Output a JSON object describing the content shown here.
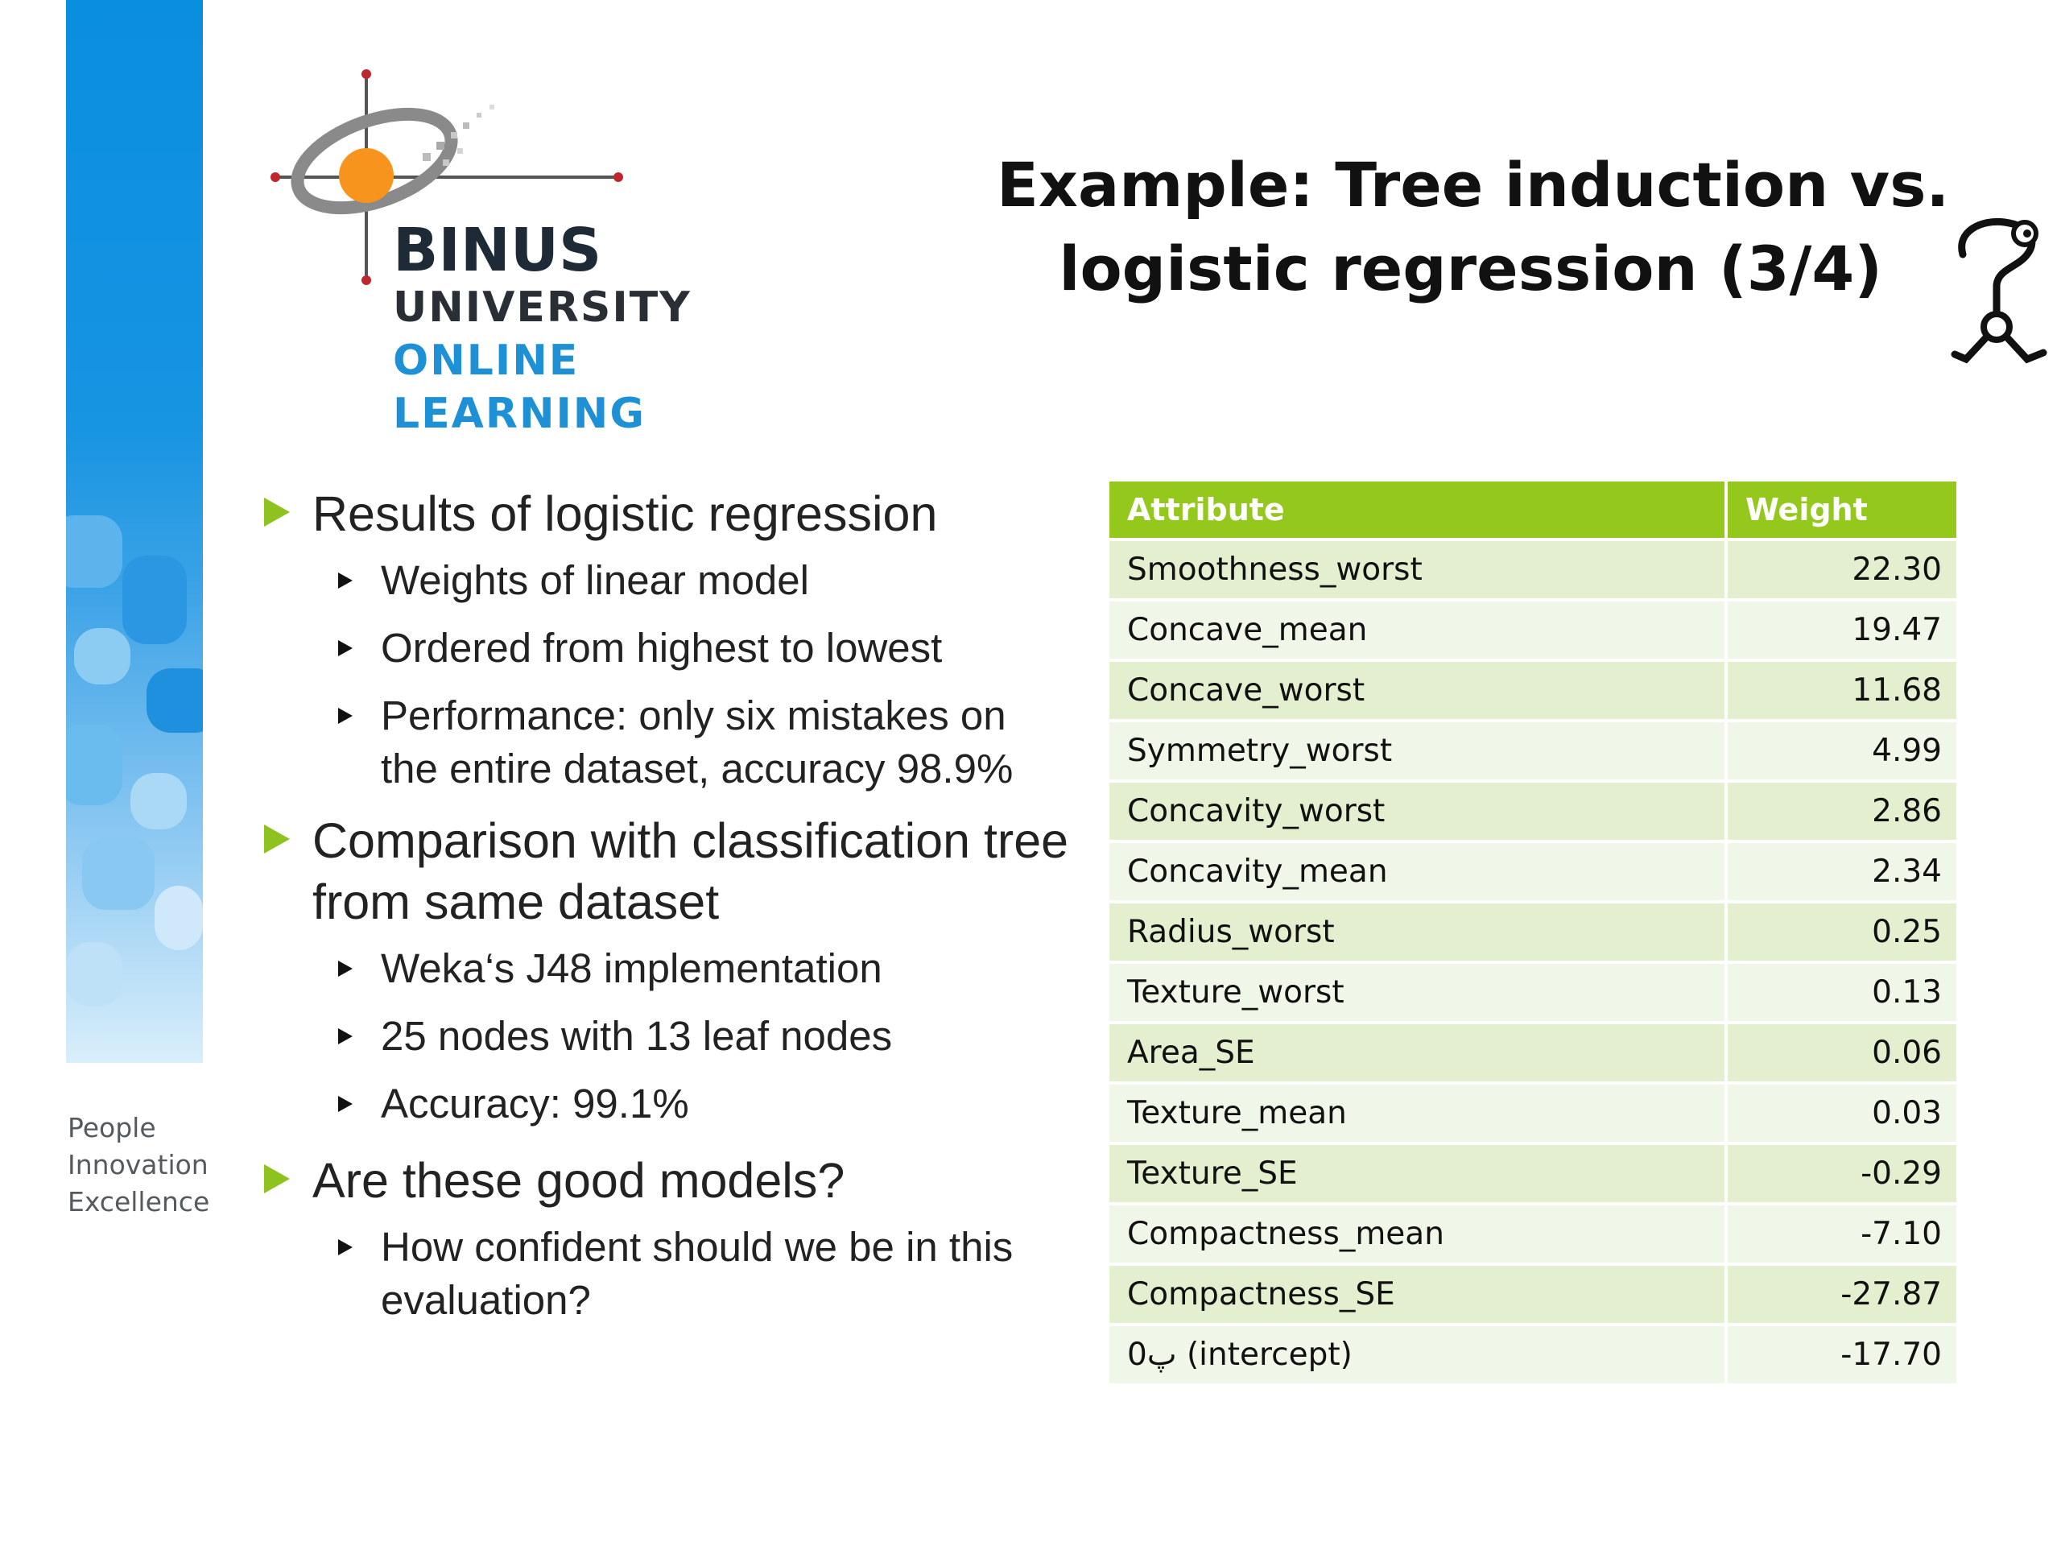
{
  "title": {
    "line1": "Example: Tree induction vs.",
    "line2": "logistic regression (3/4)"
  },
  "logo": {
    "binus": "BINUS",
    "university": "UNIVERSITY",
    "online": "ONLINE",
    "learning": "LEARNING"
  },
  "tagline": [
    "People",
    "Innovation",
    "Excellence"
  ],
  "bullets": {
    "b1": "Results of logistic regression",
    "b1_sub1": "Weights of linear model",
    "b1_sub2": "Ordered from highest to lowest",
    "b1_sub3": "Performance: only six mistakes on the entire dataset, accuracy 98.9%",
    "b2": "Comparison with classification tree from same dataset",
    "b2_sub1": "Weka‘s J48 implementation",
    "b2_sub2": "25 nodes with 13 leaf nodes",
    "b2_sub3": "Accuracy: 99.1%",
    "b3": "Are these good models?",
    "b3_sub1": "How confident should we be in this evaluation?"
  },
  "table": {
    "headers": [
      "Attribute",
      "Weight"
    ],
    "rows": [
      [
        "Smoothness_worst",
        "22.30"
      ],
      [
        "Concave_mean",
        "19.47"
      ],
      [
        "Concave_worst",
        "11.68"
      ],
      [
        "Symmetry_worst",
        "4.99"
      ],
      [
        "Concavity_worst",
        "2.86"
      ],
      [
        "Concavity_mean",
        "2.34"
      ],
      [
        "Radius_worst",
        "0.25"
      ],
      [
        "Texture_worst",
        "0.13"
      ],
      [
        "Area_SE",
        "0.06"
      ],
      [
        "Texture_mean",
        "0.03"
      ],
      [
        "Texture_SE",
        "-0.29"
      ],
      [
        "Compactness_mean",
        "-7.10"
      ],
      [
        "Compactness_SE",
        "-27.87"
      ],
      [
        "ﭖ0 (intercept)",
        "-17.70"
      ]
    ]
  },
  "colors": {
    "accent_green": "#94c81d",
    "bullet_green": "#8dc21f",
    "strip_blue": "#0a8ee0",
    "logo_orange": "#f7941d",
    "logo_blue": "#1e90d6"
  },
  "icons": {
    "mascot": "question-mark-figure-icon",
    "level1_bullet": "green-triangle-bullet-icon",
    "level2_bullet": "black-triangle-bullet-icon"
  }
}
